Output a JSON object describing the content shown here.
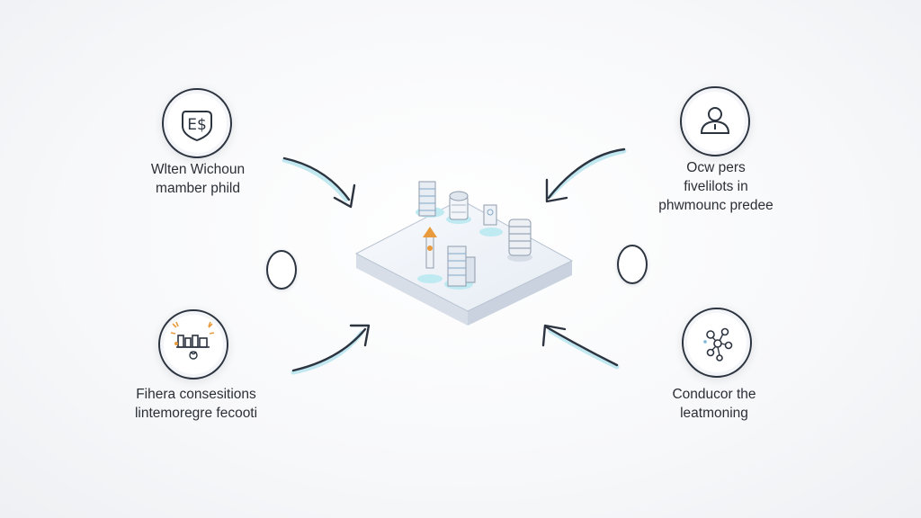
{
  "nodes": {
    "top_left": {
      "icon": "dollar-shield-icon",
      "line1": "Wlten Wichoun",
      "line2": "mamber phild"
    },
    "top_right": {
      "icon": "user-icon",
      "line1": "Ocw pers",
      "line2": "fivelilots in",
      "line3": "phwmounc predee"
    },
    "bottom_left": {
      "icon": "factory-icon",
      "line1": "Fihera consesitions",
      "line2": "lintemoregre fecooti"
    },
    "bottom_right": {
      "icon": "network-icon",
      "line1": "Conducor the",
      "line2": "leatmoning"
    }
  },
  "center": {
    "icon": "isometric-platform-icon"
  },
  "colors": {
    "ink": "#2c3440",
    "accent": "#7fd6e6",
    "orange": "#e89a3c",
    "platform": "#eef2f8"
  }
}
